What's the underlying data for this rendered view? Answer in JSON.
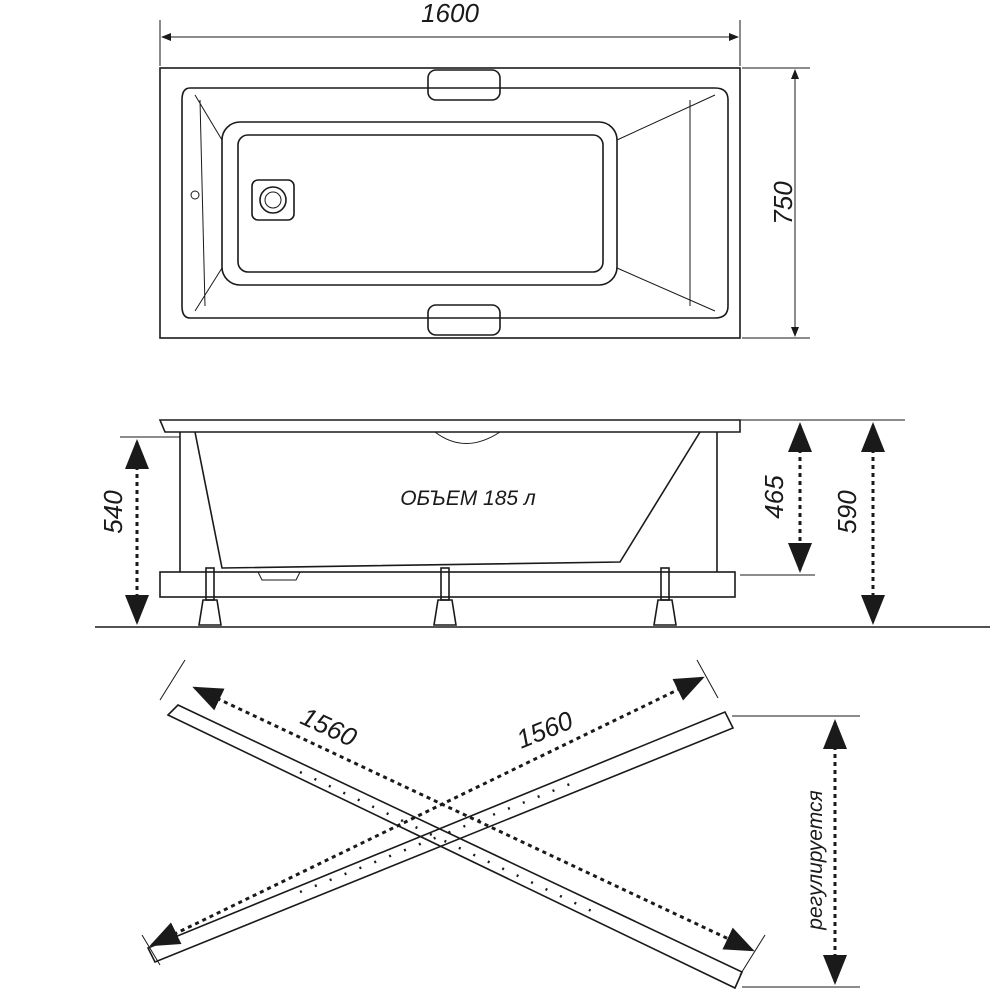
{
  "top_view": {
    "width_label": "1600",
    "depth_label": "750"
  },
  "side_view": {
    "leg_height_label": "540",
    "volume_label": "ОБЪЕМ 185 л",
    "tub_height_label": "465",
    "total_height_label": "590"
  },
  "frame_view": {
    "diagonal_a_label": "1560",
    "diagonal_b_label": "1560",
    "adjustable_label": "регулируется"
  }
}
